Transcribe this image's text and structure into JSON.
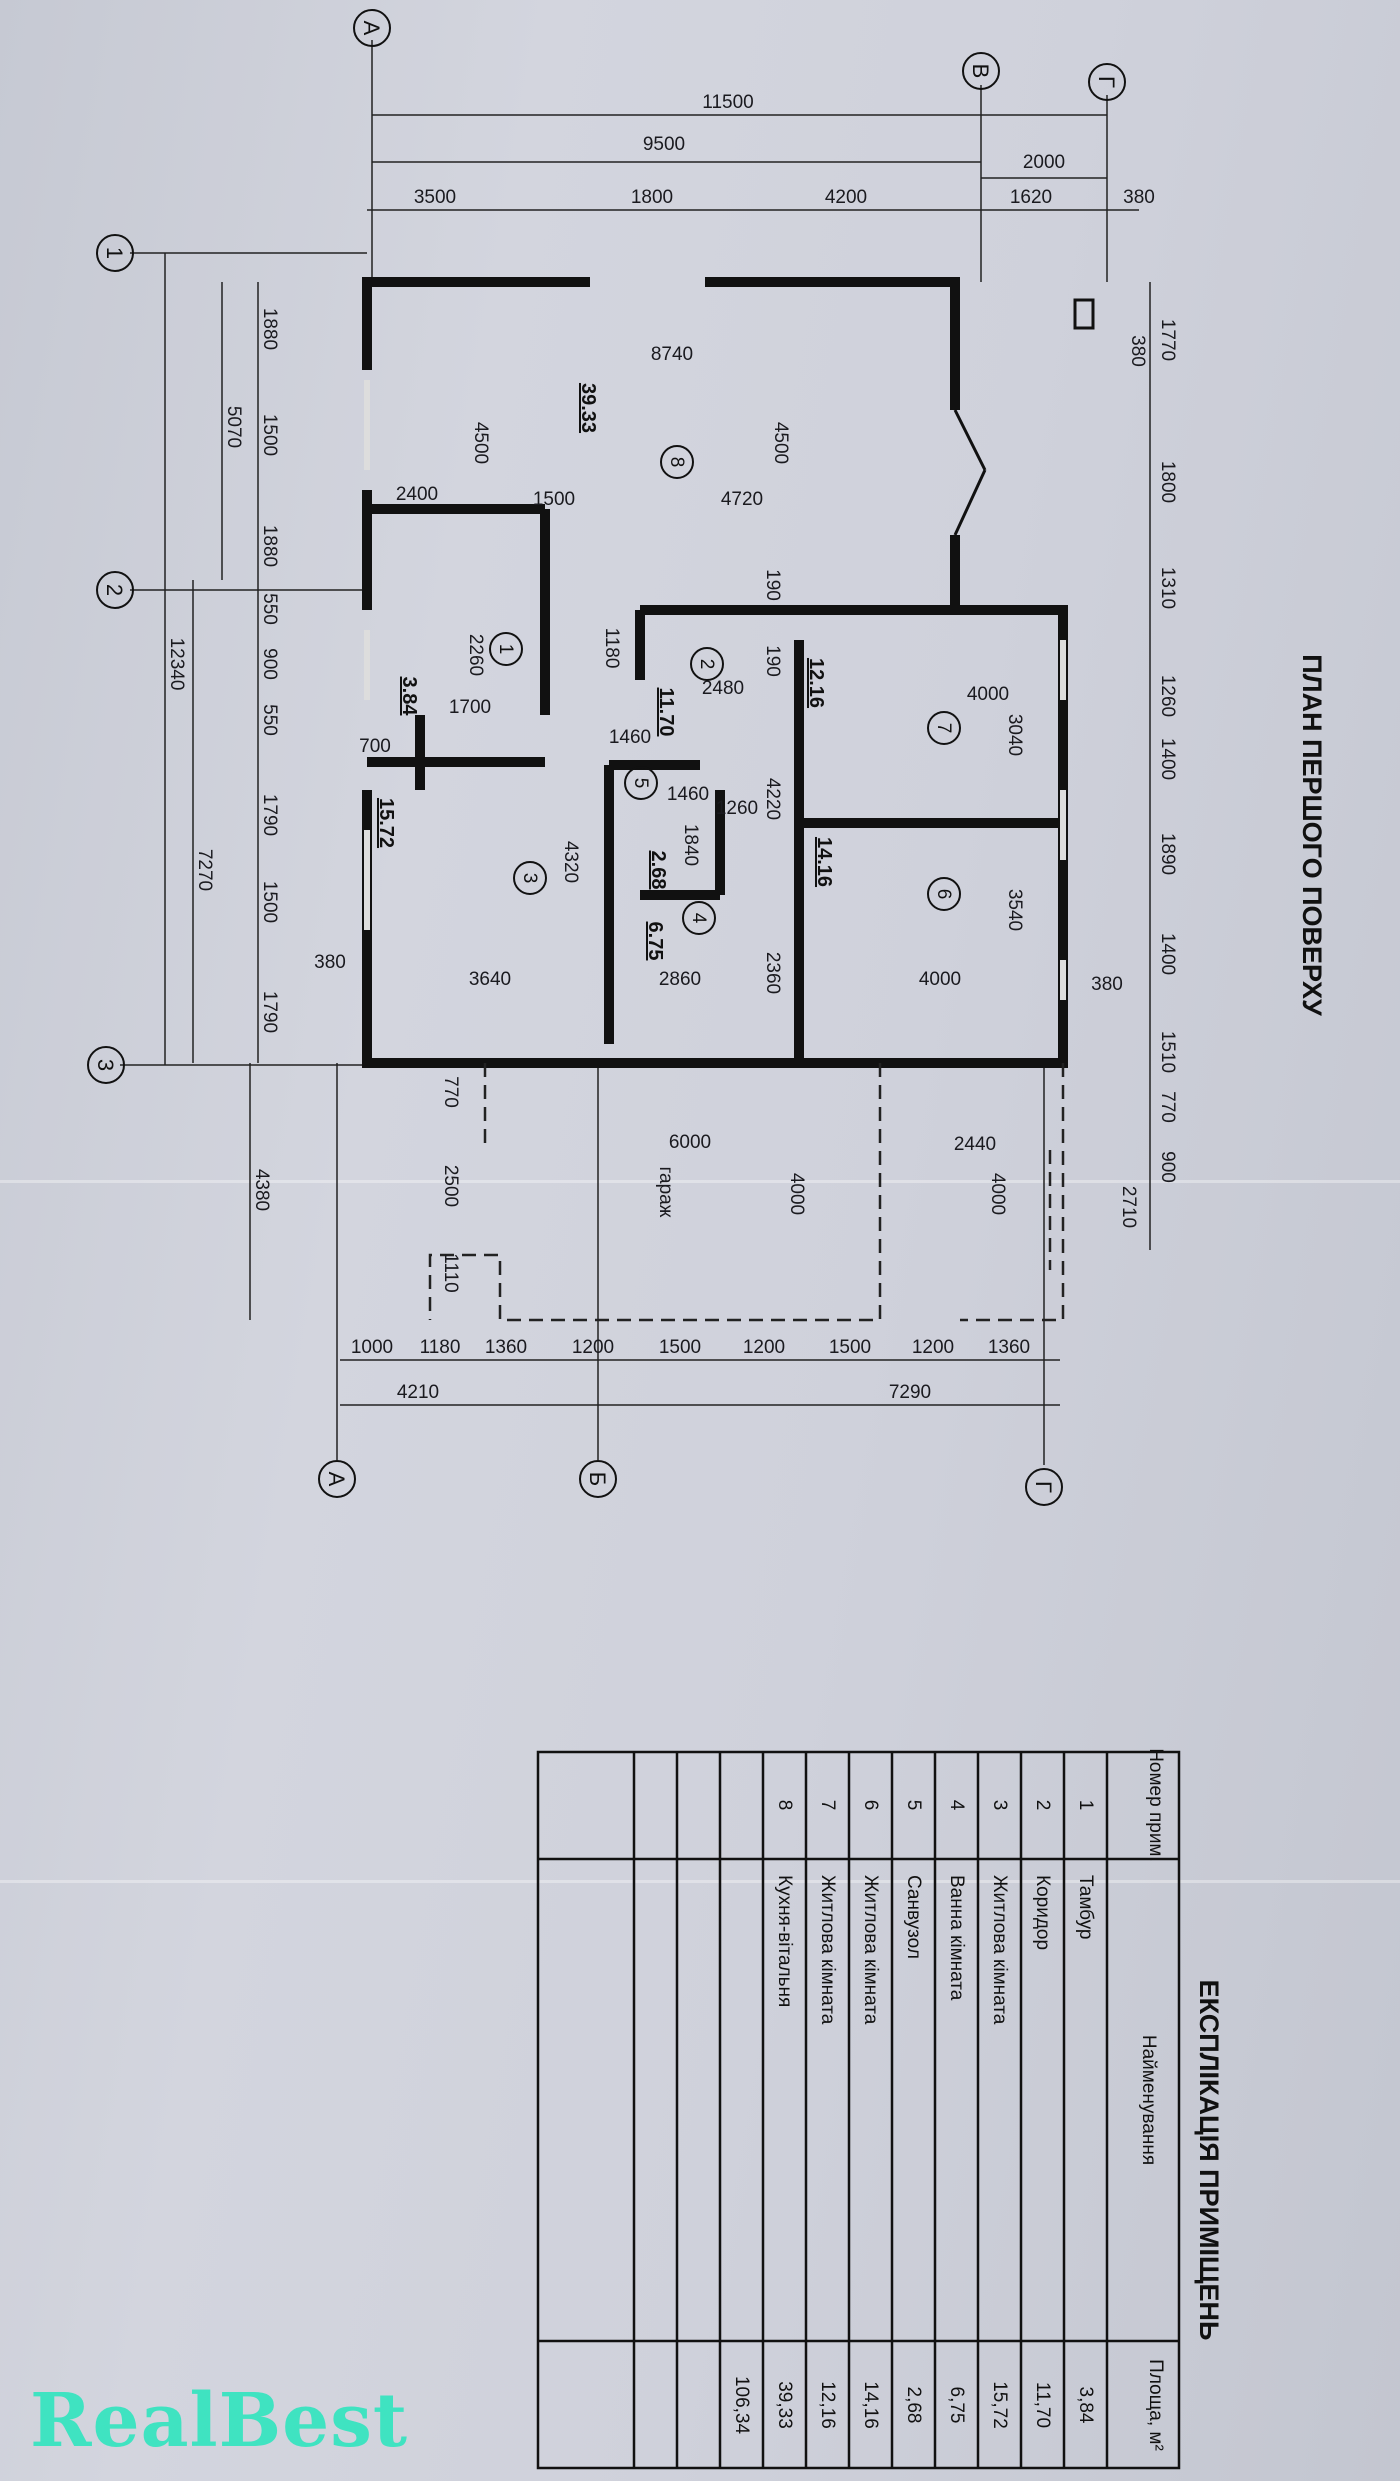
{
  "plan": {
    "title": "ПЛАН ПЕРШОГО ПОВЕРХУ",
    "axes": [
      "А",
      "В",
      "Г",
      "1",
      "2",
      "3",
      "А",
      "Б",
      "Г"
    ],
    "dims": [
      "11500",
      "9500",
      "2000",
      "3500",
      "1800",
      "4200",
      "1620",
      "380",
      "8740",
      "2400",
      "1500",
      "4720",
      "4000",
      "2480",
      "1700",
      "700",
      "1460",
      "1260",
      "1460",
      "4000",
      "3640",
      "2860",
      "380",
      "380",
      "6000",
      "2440",
      "1000",
      "1180",
      "1360",
      "1200",
      "1500",
      "1200",
      "1500",
      "1200",
      "1360",
      "4210",
      "7290",
      "1770",
      "380",
      "1800",
      "1310",
      "1260",
      "1400",
      "1890",
      "1400",
      "1510",
      "770",
      "900",
      "2710",
      "1880",
      "1500",
      "1880",
      "550",
      "900",
      "550",
      "1790",
      "1500",
      "1790",
      "5070",
      "7270",
      "12340",
      "4380",
      "4500",
      "4500",
      "190",
      "190",
      "1180",
      "2260",
      "3040",
      "4220",
      "1840",
      "3540",
      "4320",
      "2360",
      "770",
      "2500",
      "1110",
      "4000",
      "4000",
      "гараж"
    ],
    "areas": [
      "39.33",
      "12.16",
      "11.70",
      "3.84",
      "2.68",
      "14.16",
      "15.72",
      "6.75"
    ],
    "room_numbers": [
      "8",
      "1",
      "2",
      "7",
      "5",
      "3",
      "4",
      "6"
    ]
  },
  "explication": {
    "title": "ЕКСПЛІКАЦІЯ ПРИМІЩЕНЬ",
    "headers": {
      "number": "Номер прим.",
      "name": "Найменування",
      "area": "Площа, м²"
    },
    "rows": [
      {
        "number": "1",
        "name": "Тамбур",
        "area": "3,84"
      },
      {
        "number": "2",
        "name": "Коридор",
        "area": "11,70"
      },
      {
        "number": "3",
        "name": "Житлова кімната",
        "area": "15,72"
      },
      {
        "number": "4",
        "name": "Ванна кімната",
        "area": "6,75"
      },
      {
        "number": "5",
        "name": "Санвузол",
        "area": "2,68"
      },
      {
        "number": "6",
        "name": "Житлова кімната",
        "area": "14,16"
      },
      {
        "number": "7",
        "name": "Житлова кімната",
        "area": "12,16"
      },
      {
        "number": "8",
        "name": "Кухня-вітальня",
        "area": "39,33"
      }
    ],
    "total": "106,34"
  },
  "watermark": "RealBest"
}
